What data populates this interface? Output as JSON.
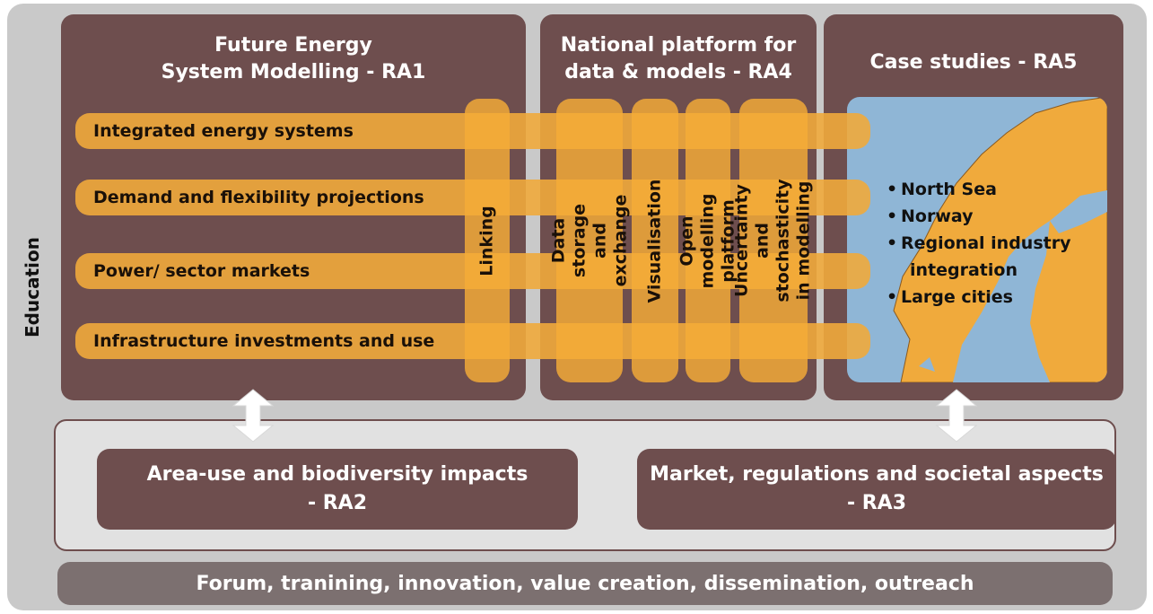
{
  "side_label": "Education",
  "panels": {
    "ra1_title": "Future Energy\nSystem Modelling - RA1",
    "ra4_title": "National platform for\ndata & models - RA4",
    "ra5_title": "Case studies - RA5"
  },
  "horizontal_bars": [
    "Integrated energy systems",
    "Demand and flexibility projections",
    "Power/ sector markets",
    "Infrastructure investments and use"
  ],
  "vertical_bars": [
    "Linking",
    "Data storage\nand exchange",
    "Visualisation",
    "Open modelling platform",
    "Uncertainty and\nstochasticity in modelling"
  ],
  "case_studies": {
    "bullets": [
      "North Sea",
      "Norway",
      "Regional industry",
      "integration",
      "Large cities"
    ]
  },
  "lower_boxes": {
    "ra2": "Area-use and biodiversity impacts\n- RA2",
    "ra3": "Market, regulations and societal aspects\n- RA3"
  },
  "footer": "Forum, tranining, innovation, value creation, dissemination, outreach",
  "colors": {
    "panel": "#6e4e4e",
    "bar": "#f0aa3c",
    "frame": "#c9c9c9",
    "sea": "#8fb6d6",
    "footer": "#7c7070"
  }
}
